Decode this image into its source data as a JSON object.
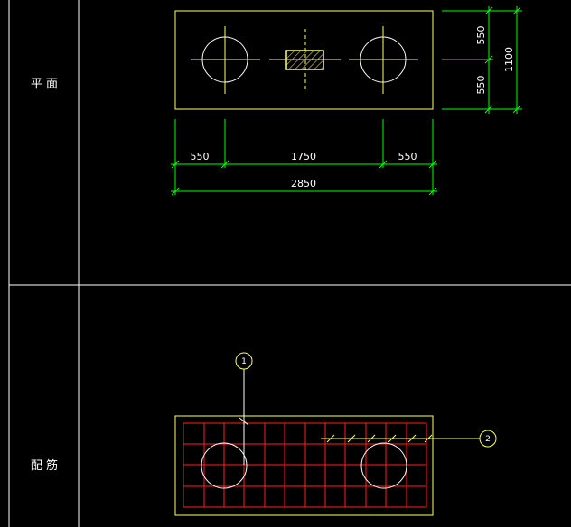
{
  "colors": {
    "background": "#000000",
    "frame": "#ffffff",
    "outline": "#ffff66",
    "centerline": "#ffff66",
    "dimension": "#00ff00",
    "rebar": "#ff2020",
    "leader": "#ffff66",
    "hatch": "#ffff66"
  },
  "row_labels": {
    "plan": "平 面",
    "reinforcement": "配 筋"
  },
  "plan_view": {
    "horizontal_dimensions": {
      "segments": [
        "550",
        "1750",
        "550"
      ],
      "total": "2850"
    },
    "vertical_dimensions": {
      "segments": [
        "550",
        "550"
      ],
      "total": "1100"
    }
  },
  "reinforcement_view": {
    "callouts": [
      "1",
      "2"
    ]
  }
}
